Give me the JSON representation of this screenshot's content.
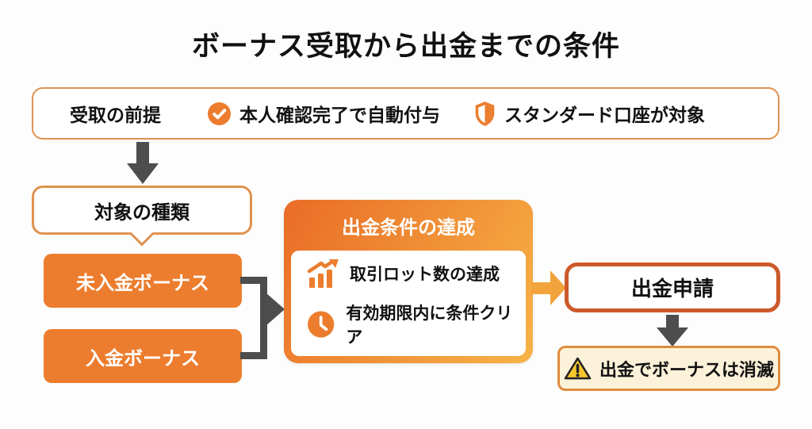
{
  "title": "ボーナス受取から出金までの条件",
  "premise": {
    "label": "受取の前提",
    "items": [
      {
        "icon": "check-circle-icon",
        "text": "本人確認完了で自動付与"
      },
      {
        "icon": "shield-icon",
        "text": "スタンダード口座が対象"
      }
    ]
  },
  "type_bubble": {
    "label": "対象の種類"
  },
  "bonus_types": [
    {
      "label": "未入金ボーナス"
    },
    {
      "label": "入金ボーナス"
    }
  ],
  "conditions": {
    "header": "出金条件の達成",
    "items": [
      {
        "icon": "chart-up-icon",
        "text": "取引ロット数の達成"
      },
      {
        "icon": "clock-icon",
        "text": "有効期限内に条件クリア"
      }
    ]
  },
  "withdrawal": {
    "label": "出金申請"
  },
  "warning": {
    "icon": "warning-triangle-icon",
    "text": "出金でボーナスは消滅"
  },
  "colors": {
    "orange": "#EC7D2E",
    "orange_dark": "#CD5A2B",
    "border_orange": "#E0924F",
    "amber": "#F2A33C",
    "gradient_start": "#E96C26",
    "gradient_end": "#F7B347",
    "arrow_gray": "#4D4D4D",
    "warning_bg": "#FCF2D9",
    "warning_border": "#DF8C3E",
    "warning_yellow": "#F6C62F",
    "text_black": "#111111"
  }
}
